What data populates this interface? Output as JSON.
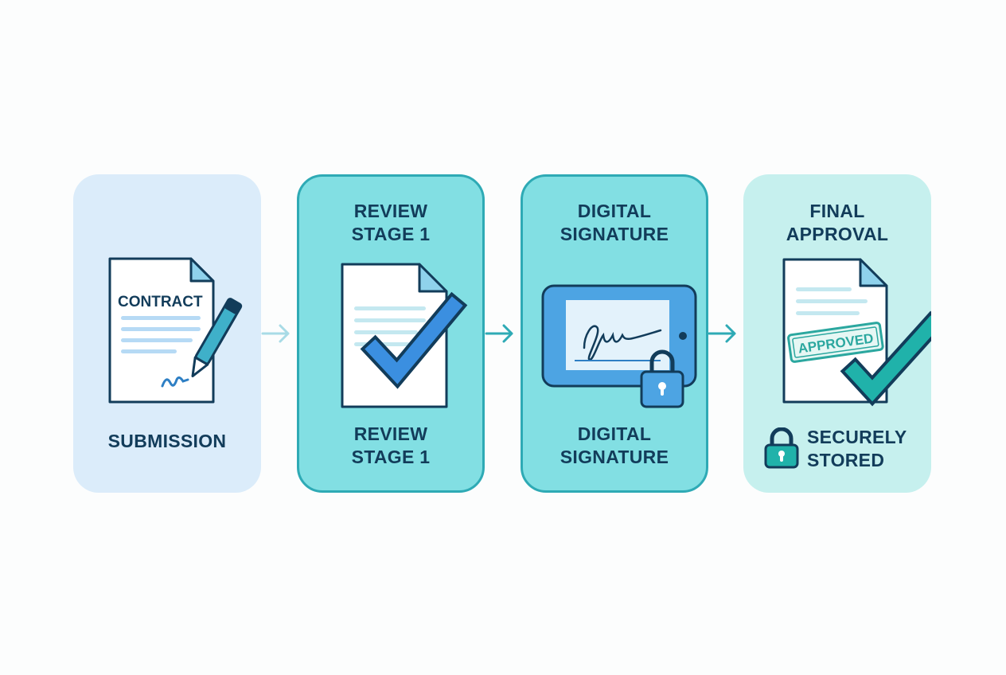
{
  "steps": [
    {
      "top_label": [],
      "doc_title": "CONTRACT",
      "bottom_label": [
        "SUBMISSION"
      ]
    },
    {
      "top_label": [
        "REVIEW",
        "STAGE 1"
      ],
      "bottom_label": [
        "REVIEW",
        "STAGE 1"
      ]
    },
    {
      "top_label": [
        "DIGITAL",
        "SIGNATURE"
      ],
      "bottom_label": [
        "DIGITAL",
        "SIGNATURE"
      ]
    },
    {
      "top_label": [
        "FINAL",
        "APPROVAL"
      ],
      "stamp": "APPROVED",
      "bottom_label": [
        "SECURELY",
        "STORED"
      ]
    }
  ],
  "colors": {
    "navy": "#123c5a",
    "card_blue": "#dbecfa",
    "card_teal": "#82dfe3",
    "card_mint": "#c6f0ee",
    "accent_teal": "#2eaab5",
    "check_blue": "#3b8fe0",
    "check_teal": "#20b2aa"
  },
  "icons": [
    "contract-pen-icon",
    "document-check-icon",
    "tablet-signature-lock-icon",
    "approved-document-check-icon",
    "lock-icon",
    "arrow-right-icon"
  ]
}
